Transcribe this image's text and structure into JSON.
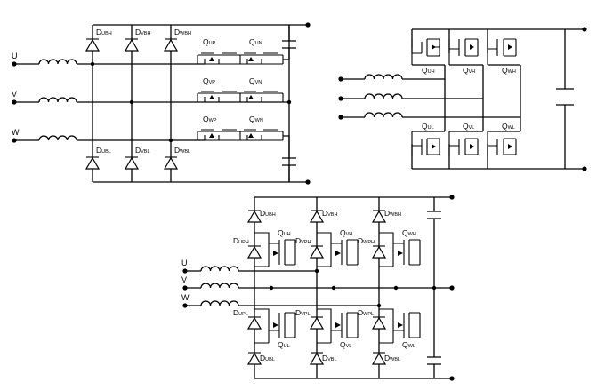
{
  "diagram_a": {
    "inputs": [
      "U",
      "V",
      "W"
    ],
    "diodes_high": [
      {
        "main": "D",
        "sub": "UBH"
      },
      {
        "main": "D",
        "sub": "VBH"
      },
      {
        "main": "D",
        "sub": "WBH"
      }
    ],
    "diodes_low": [
      {
        "main": "D",
        "sub": "UBL"
      },
      {
        "main": "D",
        "sub": "VBL"
      },
      {
        "main": "D",
        "sub": "WBL"
      }
    ],
    "switches": [
      {
        "main": "Q",
        "sub": "UP"
      },
      {
        "main": "Q",
        "sub": "UN"
      },
      {
        "main": "Q",
        "sub": "VP"
      },
      {
        "main": "Q",
        "sub": "VN"
      },
      {
        "main": "Q",
        "sub": "WP"
      },
      {
        "main": "Q",
        "sub": "WN"
      }
    ]
  },
  "diagram_b": {
    "switches_high": [
      {
        "main": "Q",
        "sub": "UH"
      },
      {
        "main": "Q",
        "sub": "VH"
      },
      {
        "main": "Q",
        "sub": "WH"
      }
    ],
    "switches_low": [
      {
        "main": "Q",
        "sub": "UL"
      },
      {
        "main": "Q",
        "sub": "VL"
      },
      {
        "main": "Q",
        "sub": "WL"
      }
    ]
  },
  "diagram_c": {
    "inputs": [
      "U",
      "V",
      "W"
    ],
    "diodes_bh": [
      {
        "main": "D",
        "sub": "UBH"
      },
      {
        "main": "D",
        "sub": "VBH"
      },
      {
        "main": "D",
        "sub": "WBH"
      }
    ],
    "diodes_ph": [
      {
        "main": "D",
        "sub": "UPH"
      },
      {
        "main": "D",
        "sub": "VPH"
      },
      {
        "main": "D",
        "sub": "WPH"
      }
    ],
    "switches_high": [
      {
        "main": "Q",
        "sub": "UH"
      },
      {
        "main": "Q",
        "sub": "VH"
      },
      {
        "main": "Q",
        "sub": "WH"
      }
    ],
    "diodes_pl": [
      {
        "main": "D",
        "sub": "UPL"
      },
      {
        "main": "D",
        "sub": "VPL"
      },
      {
        "main": "D",
        "sub": "WPL"
      }
    ],
    "switches_low": [
      {
        "main": "Q",
        "sub": "UL"
      },
      {
        "main": "Q",
        "sub": "VL"
      },
      {
        "main": "Q",
        "sub": "WL"
      }
    ],
    "diodes_bl": [
      {
        "main": "D",
        "sub": "UBL"
      },
      {
        "main": "D",
        "sub": "VBL"
      },
      {
        "main": "D",
        "sub": "WBL"
      }
    ]
  }
}
